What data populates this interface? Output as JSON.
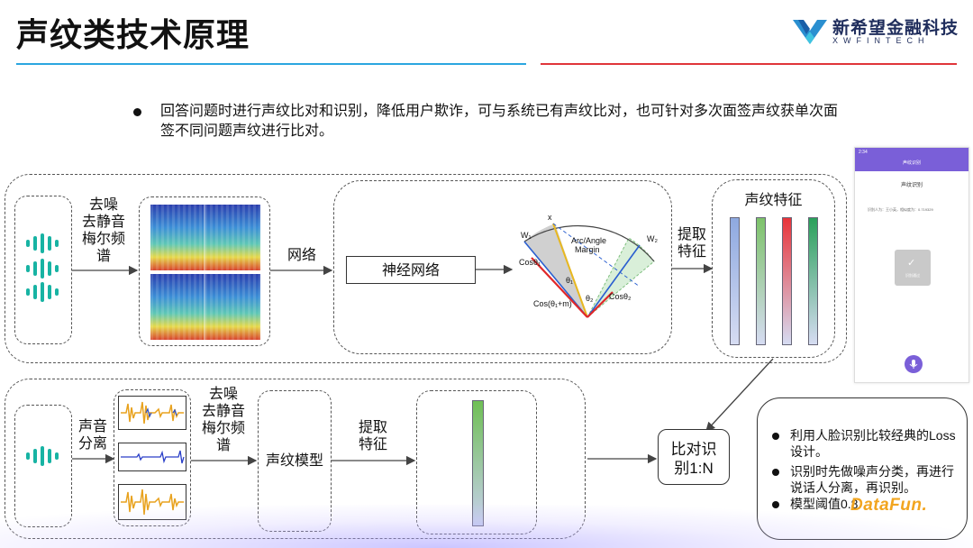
{
  "slide": {
    "title": "声纹类技术原理",
    "logo": {
      "cn": "新希望金融科技",
      "en": "XWFINTECH"
    },
    "bullet": "回答问题时进行声纹比对和识别，降低用户欺诈，可与系统已有声纹比对，也可针对多次面签声纹获单次面签不同问题声纹进行比对。"
  },
  "top_flow": {
    "preprocess_label": [
      "去噪",
      "去静音",
      "梅尔频",
      "谱"
    ],
    "network_label": "网络",
    "nn_box": "神经网络",
    "extract_label": [
      "提取",
      "特征"
    ],
    "feature_title": "声纹特征",
    "feature_bar_colors": [
      "#8ea9e0",
      "#7dc26a",
      "#e8343a",
      "#2aa05a"
    ],
    "arcface": {
      "w1": "W₁",
      "w2": "W₂",
      "x": "x",
      "margin": [
        "Arc/Angle",
        "Margin"
      ],
      "cos1": "Cosθ₁",
      "cos2": "Cosθ₂",
      "theta1": "θ₁",
      "theta2": "θ₂",
      "cosm": "Cos(θ₁+m)"
    }
  },
  "bottom_flow": {
    "separate_label": [
      "声音",
      "分离"
    ],
    "preprocess_label": [
      "去噪",
      "去静音",
      "梅尔频",
      "谱"
    ],
    "model_box": "声纹模型",
    "extract_label": [
      "提取",
      "特征"
    ],
    "compare_box": [
      "比对识",
      "别1:N"
    ]
  },
  "phone": {
    "header": "声纹识别",
    "subtitle": "声纹识别",
    "info": "识别人为：王小英，相似度为：0.719329",
    "button": "识别通过",
    "status": "2:34"
  },
  "notes": [
    "利用人脸识别比较经典的Loss设计。",
    "识别时先做噪声分类，再进行说话人分离，再识别。",
    "模型阈值0.8"
  ],
  "watermark": "DataFun."
}
